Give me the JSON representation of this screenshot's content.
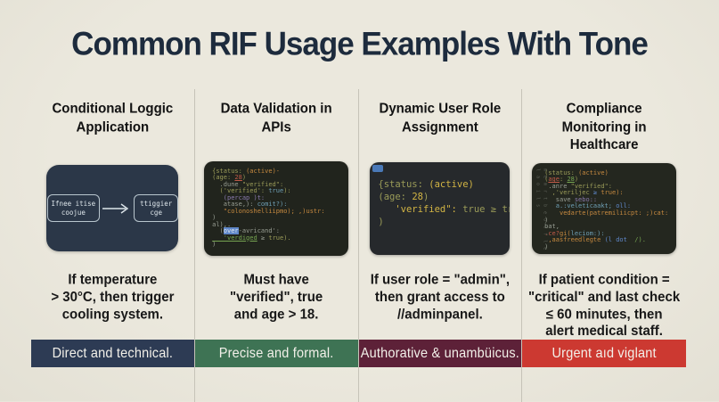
{
  "title": "Common RIF Usage Examples With Tone",
  "code_colors": {
    "olive": "#9a9b58",
    "orange": "#c6893f",
    "yellow": "#d3b544",
    "teal": "#6e9fb5",
    "gray": "#979d92",
    "purple": "#8a7aae",
    "green": "#76a551",
    "red": "#c05a48",
    "blue": "#5f87c9",
    "chip_blue": "#4a79b8"
  },
  "columns": [
    {
      "heading": "Conditional Loggic\nApplication",
      "diagram": {
        "left_box": "Ifnee itise\ncoojue",
        "right_box": "ttiggier\ncge"
      },
      "description": "If temperature\n> 30°C, then trigger\ncooling system.",
      "tone": {
        "label": "Direct and technical.",
        "color": "#2d3b54"
      }
    },
    {
      "heading": "Data Validation in\nAPIs",
      "code": [
        [
          {
            "t": "{status: ",
            "c": "olive"
          },
          {
            "t": "(active)-",
            "c": "orange"
          }
        ],
        [
          {
            "t": "(age: ",
            "c": "olive"
          },
          {
            "t": "28",
            "c": "red",
            "u": true
          },
          {
            "t": ")",
            "c": "olive"
          }
        ],
        [
          {
            "t": "  .dune ",
            "c": "gray"
          },
          {
            "t": "\"verified\":",
            "c": "olive"
          }
        ],
        [
          {
            "t": "  ('verified': ",
            "c": "olive"
          },
          {
            "t": "true",
            "c": "teal"
          },
          {
            "t": "):",
            "c": "olive"
          }
        ],
        [
          {
            "t": "   (percap )t:",
            "c": "purple"
          }
        ],
        [
          {
            "t": "   atase,): ",
            "c": "gray"
          },
          {
            "t": "comit?):",
            "c": "teal"
          }
        ],
        [
          {
            "t": "   \"colonoshelliipmo); ,)ustr:",
            "c": "orange"
          }
        ],
        [
          {
            "t": ")",
            "c": "gray"
          }
        ],
        [
          {
            "t": "al),.",
            "c": "gray"
          }
        ],
        [
          {
            "t": "  (",
            "c": "gray"
          },
          {
            "t": "over",
            "c": "gray",
            "bg": "blue"
          },
          {
            "t": "-avricand':",
            "c": "gray"
          }
        ],
        [
          {
            "t": "   'verdiged",
            "c": "green",
            "u": true
          },
          {
            "t": " ≥ ",
            "c": "gray"
          },
          {
            "t": "true).",
            "c": "olive"
          }
        ],
        [
          {
            "t": ")",
            "c": "gray"
          }
        ]
      ],
      "description": "Must have\n\"verified\", true\nand age > 18.",
      "tone": {
        "label": "Precise and formal.",
        "color": "#3e7354"
      }
    },
    {
      "heading": "Dynamic User Role\nAssignment",
      "code": [
        [
          {
            "t": "{status: ",
            "c": "olive"
          },
          {
            "t": "(active)",
            "c": "yellow"
          }
        ],
        [
          {
            "t": "(age: ",
            "c": "olive"
          },
          {
            "t": "28",
            "c": "yellow"
          },
          {
            "t": ")",
            "c": "olive"
          }
        ],
        [
          {
            "t": "   'verified\": ",
            "c": "yellow"
          },
          {
            "t": "true ≥ true).",
            "c": "olive"
          }
        ],
        [
          {
            "t": ")",
            "c": "olive"
          }
        ]
      ],
      "description": "If user role = \"admin\",\nthen grant access to\n//adminpanel.",
      "tone": {
        "label": "Authorative & unambüicus.",
        "color": "#5d2138"
      }
    },
    {
      "heading": "Compliance\nMonitoring in Healthcare",
      "side_text": "m e m r t b e o  c f l e l a o i l s",
      "code": [
        [
          {
            "t": "(status: ",
            "c": "olive"
          },
          {
            "t": "(active)",
            "c": "orange"
          }
        ],
        [
          {
            "t": "(",
            "c": "olive"
          },
          {
            "t": "age",
            "c": "red",
            "u": true
          },
          {
            "t": ": ",
            "c": "olive"
          },
          {
            "t": "28",
            "c": "green",
            "u": true
          },
          {
            "t": ")",
            "c": "olive"
          }
        ],
        [
          {
            "t": " .anre ",
            "c": "gray"
          },
          {
            "t": "\"verified\":",
            "c": "olive"
          }
        ],
        [
          {
            "t": "  ,'veriljec ",
            "c": "olive"
          },
          {
            "t": "≥",
            "c": "blue"
          },
          {
            "t": " true):",
            "c": "orange"
          }
        ],
        [
          {
            "t": "   save ",
            "c": "gray"
          },
          {
            "t": "sebo::",
            "c": "purple"
          }
        ],
        [
          {
            "t": "   a.:veleticaakt; ",
            "c": "teal"
          },
          {
            "t": "oll:",
            "c": "blue"
          }
        ],
        [
          {
            "t": "    vedarte(patremiliicpt: ;)cat:",
            "c": "orange"
          }
        ],
        [
          {
            "t": ")",
            "c": "gray"
          }
        ],
        [
          {
            "t": "bat,",
            "c": "gray"
          }
        ],
        [
          {
            "t": ".ce?",
            "c": "red"
          },
          {
            "t": "gi(",
            "c": "orange"
          },
          {
            "t": "leciom:):",
            "c": "teal"
          }
        ],
        [
          {
            "t": " ,aasfreedlegte ",
            "c": "orange"
          },
          {
            "t": "(l dot",
            "c": "blue"
          },
          {
            "t": "  /).",
            "c": "green"
          }
        ],
        [
          {
            "t": ")",
            "c": "gray"
          }
        ]
      ],
      "description": "If patient condition =\n\"critical\" and last check\n≤ 60 minutes, then\nalert medical staff.",
      "tone": {
        "label": "Urgent aıd viglant",
        "color": "#cc3931"
      }
    }
  ]
}
